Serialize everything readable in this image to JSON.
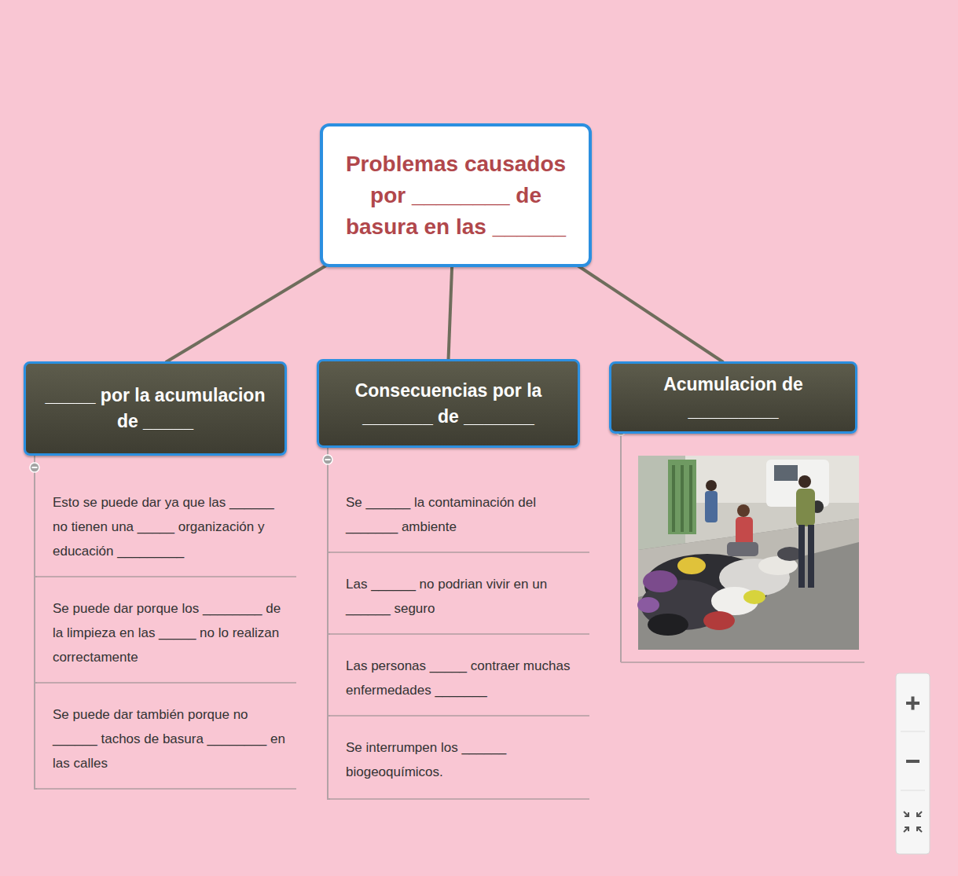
{
  "diagram": {
    "nodes": [
      {
        "text": [
          "Problemas causados por ________ de basura en las ______"
        ]
      },
      {
        "text": [
          "_____ por la acumulacion de _____"
        ]
      },
      {
        "text": [
          "Consecuencias por la _______ de _______"
        ]
      },
      {
        "text": [
          "Acumulacion de _________"
        ]
      },
      {
        "text": [
          "Esto se puede dar ya que las ______ no tienen una _____ organización y educación _________"
        ]
      },
      {
        "text": [
          "Se puede dar porque los ________ de la limpieza en las _____ no lo realizan correctamente"
        ]
      },
      {
        "text": [
          "Se puede dar también porque no ______ tachos de basura ________ en las calles"
        ]
      },
      {
        "text": [
          "Se ______ la contaminación del _______ ambiente"
        ]
      },
      {
        "text": [
          "Las ______ no podrian vivir en un ______ seguro"
        ]
      },
      {
        "text": [
          "Las personas _____ contraer muchas enfermedades _______"
        ]
      },
      {
        "text": [
          "Se interrumpen los ______ biogeoquímicos."
        ]
      }
    ],
    "edges": [
      {
        "from": 0,
        "to": 1,
        "arrow": "none"
      },
      {
        "from": 0,
        "to": 2,
        "arrow": "none"
      },
      {
        "from": 0,
        "to": 3,
        "arrow": "none"
      },
      {
        "from": 1,
        "to": 4,
        "arrow": "none"
      },
      {
        "from": 1,
        "to": 5,
        "arrow": "none"
      },
      {
        "from": 1,
        "to": 6,
        "arrow": "none"
      },
      {
        "from": 2,
        "to": 7,
        "arrow": "none"
      },
      {
        "from": 2,
        "to": 8,
        "arrow": "none"
      },
      {
        "from": 2,
        "to": 9,
        "arrow": "none"
      },
      {
        "from": 2,
        "to": 10,
        "arrow": "none"
      }
    ]
  }
}
